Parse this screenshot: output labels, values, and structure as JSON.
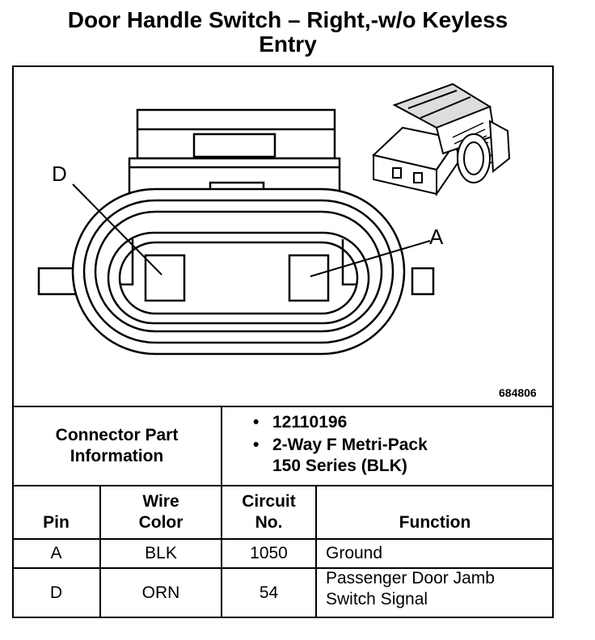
{
  "title_line1": "Door Handle Switch – Right,-w/o Keyless",
  "title_line2": "Entry",
  "diagram": {
    "pin_label_d": "D",
    "pin_label_a": "A",
    "image_number": "684806"
  },
  "connector_info": {
    "label_line1": "Connector Part",
    "label_line2": "Information",
    "items": [
      {
        "bullet": "•",
        "lines": [
          "12110196"
        ]
      },
      {
        "bullet": "•",
        "lines": [
          "2-Way F Metri-Pack",
          "150 Series (BLK)"
        ]
      }
    ]
  },
  "table": {
    "headers": {
      "pin": "Pin",
      "wire_color_line1": "Wire",
      "wire_color_line2": "Color",
      "circuit_line1": "Circuit",
      "circuit_line2": "No.",
      "function": "Function"
    },
    "rows": [
      {
        "pin": "A",
        "wire_color": "BLK",
        "circuit": "1050",
        "function_line1": "Ground",
        "function_line2": ""
      },
      {
        "pin": "D",
        "wire_color": "ORN",
        "circuit": "54",
        "function_line1": "Passenger Door Jamb",
        "function_line2": "Switch Signal"
      }
    ]
  }
}
